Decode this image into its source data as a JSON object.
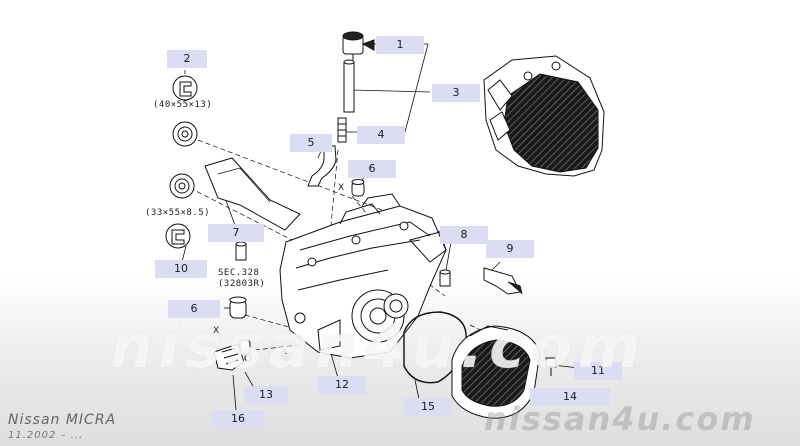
{
  "callouts": [
    {
      "id": "c1",
      "label": "1"
    },
    {
      "id": "c2",
      "label": "2"
    },
    {
      "id": "c3",
      "label": "3"
    },
    {
      "id": "c4",
      "label": "4"
    },
    {
      "id": "c5",
      "label": "5"
    },
    {
      "id": "c6a",
      "label": "6"
    },
    {
      "id": "c6b",
      "label": "6"
    },
    {
      "id": "c7",
      "label": "7"
    },
    {
      "id": "c8",
      "label": "8"
    },
    {
      "id": "c9",
      "label": "9"
    },
    {
      "id": "c10",
      "label": "10"
    },
    {
      "id": "c11",
      "label": "11"
    },
    {
      "id": "c12",
      "label": "12"
    },
    {
      "id": "c13",
      "label": "13"
    },
    {
      "id": "c14",
      "label": "14"
    },
    {
      "id": "c15",
      "label": "15"
    },
    {
      "id": "c16",
      "label": "16"
    }
  ],
  "dimensions": {
    "seal_upper": "(40×55×13)",
    "seal_lower": "(33×55×8.5)"
  },
  "section_ref": {
    "line1": "SEC.328",
    "line2": "(32803R)"
  },
  "x_mark": "X",
  "brand": {
    "model": "Nissan MICRA",
    "date": "11.2002 – ..."
  },
  "watermark": {
    "center": "nissan4u.com",
    "corner": "nissan4u.com"
  },
  "colors": {
    "callout_bg": "#dcdcf2",
    "line": "#111111",
    "hatch": "#2a2a2a"
  }
}
